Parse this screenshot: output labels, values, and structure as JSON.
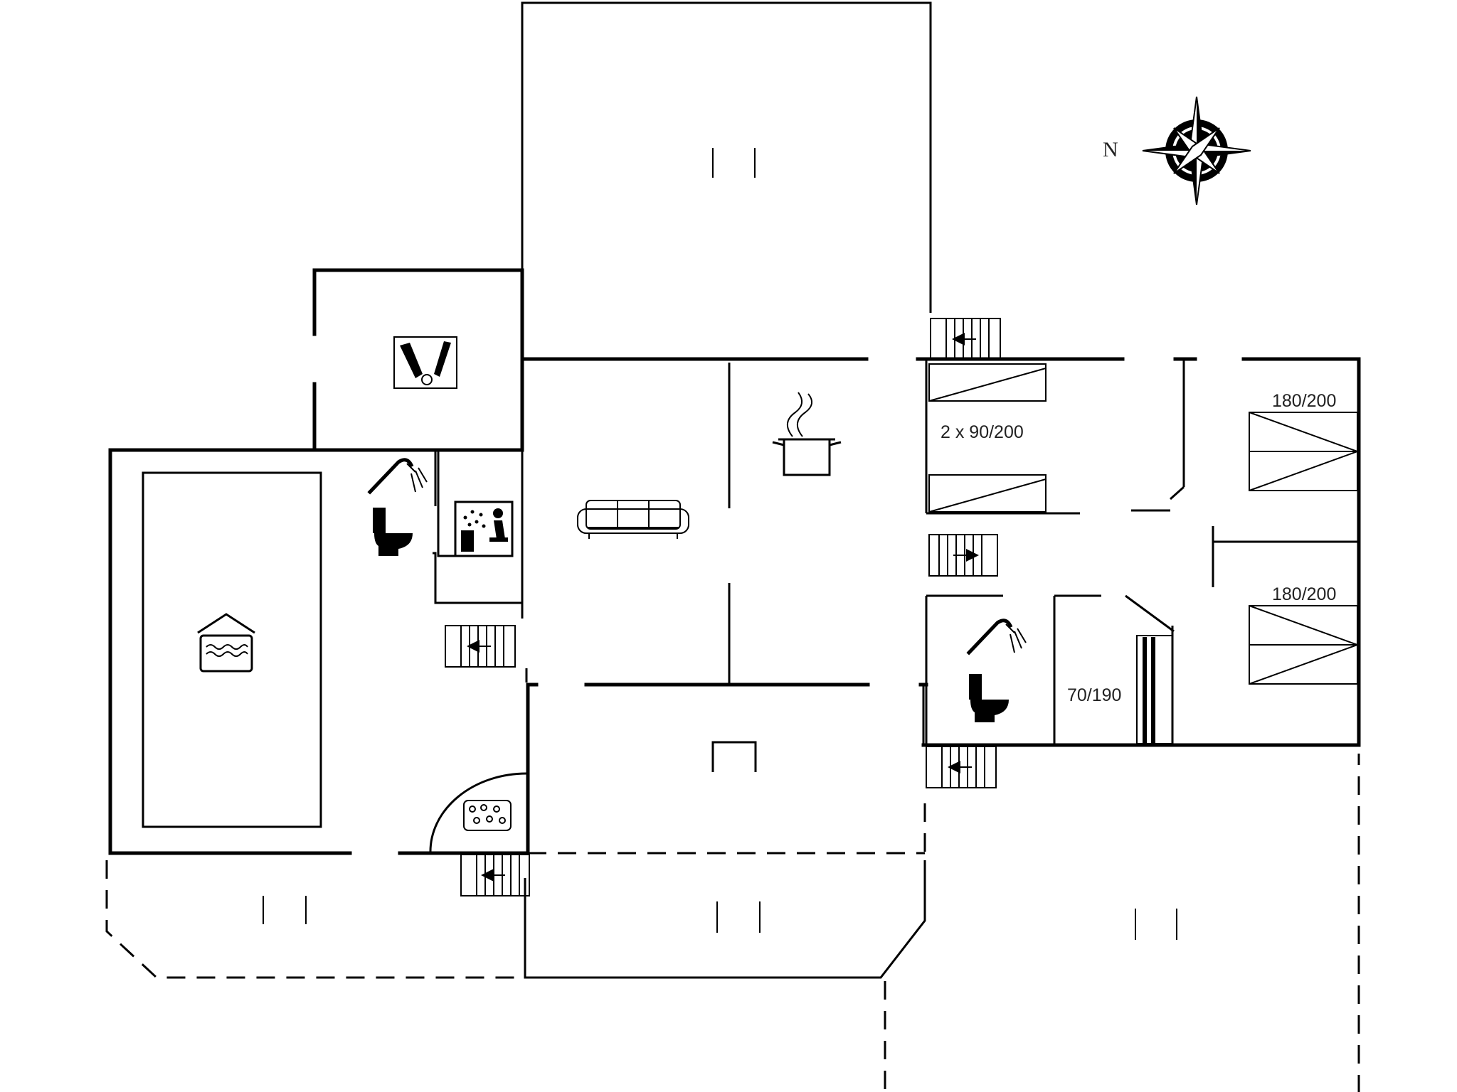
{
  "compass": {
    "north_label": "N"
  },
  "beds": {
    "room_twin": "2 x 90/200",
    "room_double_1": "180/200",
    "room_double_2": "180/200",
    "room_small": "70/190"
  },
  "icons": [
    "compass-rose-icon",
    "washing-machine-icon",
    "shower-icon",
    "toilet-icon",
    "sauna-icon",
    "sofa-icon",
    "cooking-pot-icon",
    "swimming-pool-icon",
    "spa-hot-tub-icon",
    "stairs-arrow-icon",
    "fireplace-icon",
    "bed-icon"
  ]
}
